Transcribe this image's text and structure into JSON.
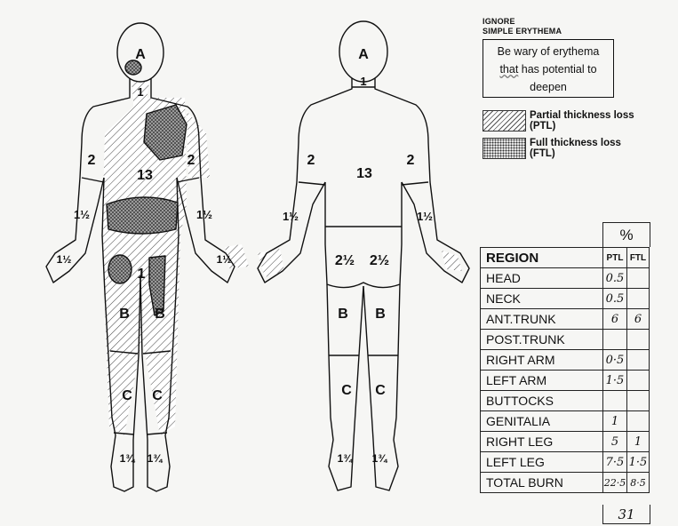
{
  "legend_box": {
    "ignore_line1": "IGNORE",
    "ignore_line2": "SIMPLE ERYTHEMA",
    "warning_line1": "Be wary of erythema",
    "warning_line2a": "that",
    "warning_line2b": " has potential to",
    "warning_line3": "deepen"
  },
  "legend": {
    "partial_line1": "Partial thickness loss",
    "partial_line2": "(PTL)",
    "full_line1": "Full thickness loss",
    "full_line2": "(FTL)"
  },
  "front_labels": {
    "head": "A",
    "neck": "1",
    "trunk": "13",
    "upper_arm_right": "2",
    "upper_arm_left": "2",
    "forearm_right": "1½",
    "forearm_left": "1½",
    "hand_right": "1½",
    "hand_left": "1½",
    "genitalia": "1",
    "thigh_right": "B",
    "thigh_left": "B",
    "leg_right": "C",
    "leg_left": "C",
    "foot_right": "1¾",
    "foot_left": "1¾"
  },
  "back_labels": {
    "head": "A",
    "neck": "1",
    "trunk": "13",
    "upper_arm_left": "2",
    "upper_arm_right": "2",
    "forearm_left": "1½",
    "forearm_right": "1½",
    "buttock_left": "2½",
    "buttock_right": "2½",
    "thigh_left": "B",
    "thigh_right": "B",
    "leg_left": "C",
    "leg_right": "C",
    "foot_left": "1¾",
    "foot_right": "1¾"
  },
  "table": {
    "percent_header": "%",
    "header": {
      "region": "REGION",
      "ptl": "PTL",
      "ftl": "FTL"
    },
    "rows": [
      {
        "region": "HEAD",
        "ptl": "0.5",
        "ftl": ""
      },
      {
        "region": "NECK",
        "ptl": "0.5",
        "ftl": ""
      },
      {
        "region": "ANT.TRUNK",
        "ptl": "6",
        "ftl": "6"
      },
      {
        "region": "POST.TRUNK",
        "ptl": "",
        "ftl": ""
      },
      {
        "region": "RIGHT ARM",
        "ptl": "0·5",
        "ftl": ""
      },
      {
        "region": "LEFT ARM",
        "ptl": "1·5",
        "ftl": ""
      },
      {
        "region": "BUTTOCKS",
        "ptl": "",
        "ftl": ""
      },
      {
        "region": "GENITALIA",
        "ptl": "1",
        "ftl": ""
      },
      {
        "region": "RIGHT LEG",
        "ptl": "5",
        "ftl": "1"
      },
      {
        "region": "LEFT LEG",
        "ptl": "7·5",
        "ftl": "1·5"
      },
      {
        "region": "TOTAL BURN",
        "ptl": "22·5",
        "ftl": "8·5"
      }
    ],
    "grand_total": "31"
  },
  "colors": {
    "ink": "#111111",
    "paper": "#f6f6f4",
    "shade": "#555555"
  }
}
